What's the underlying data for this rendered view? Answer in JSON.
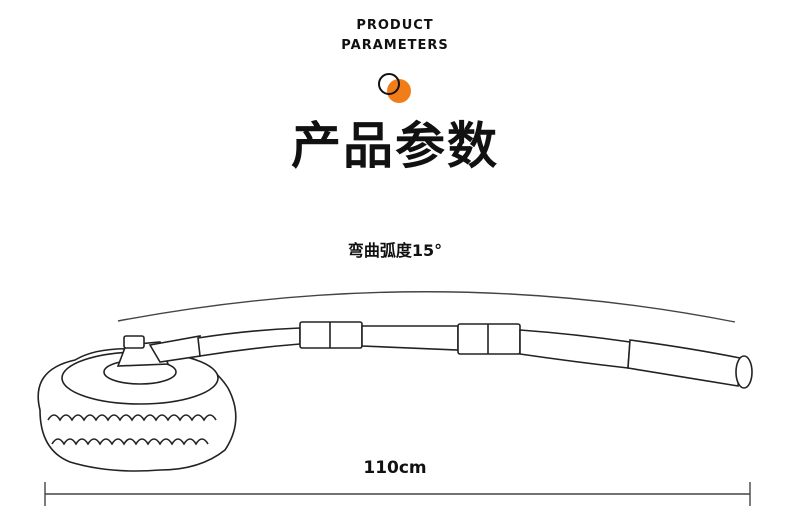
{
  "header": {
    "en_line1": "PRODUCT",
    "en_line2": "PARAMETERS",
    "title_cn": "产品参数",
    "accent_color": "#f07d1a"
  },
  "specs": {
    "bend_label": "弯曲弧度15°",
    "length_label": "110cm"
  },
  "illustration": {
    "icon": "curved-car-wash-mop-icon"
  }
}
